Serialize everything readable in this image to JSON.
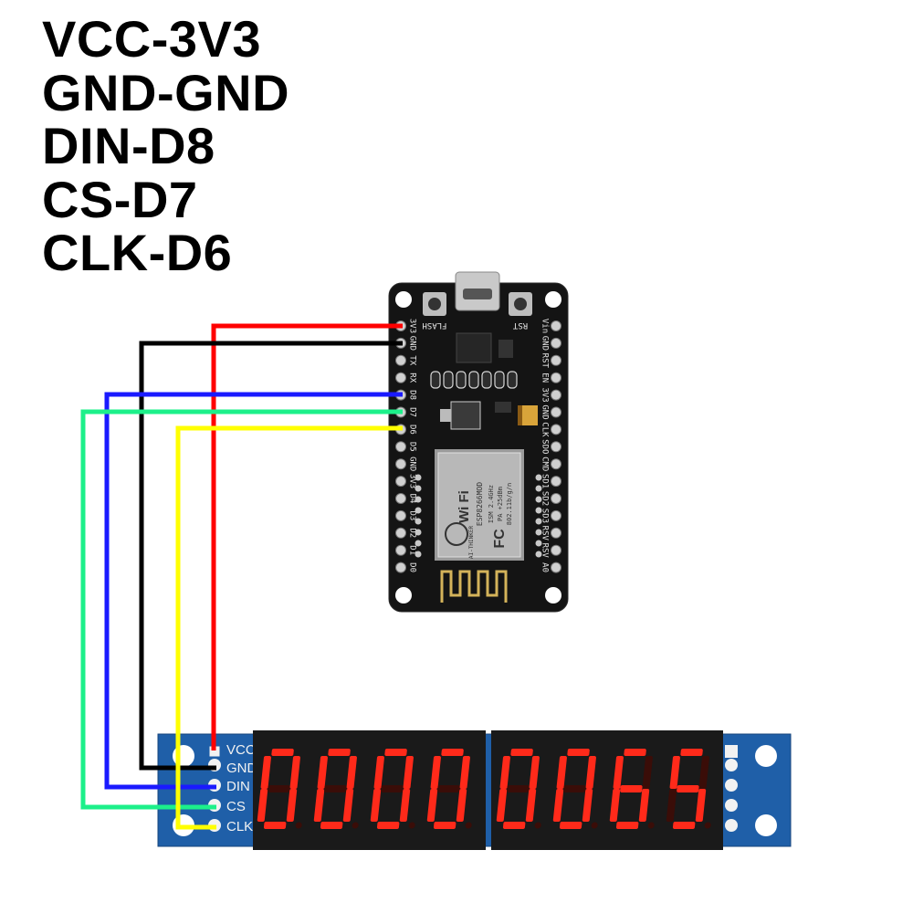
{
  "legend": {
    "lines": [
      "VCC-3V3",
      "GND-GND",
      "DIN-D8",
      "CS-D7",
      "CLK-D6"
    ]
  },
  "nodemcu": {
    "buttons": {
      "flash": "FLASH",
      "rst": "RST"
    },
    "left_pins": [
      "3V3",
      "GND",
      "TX",
      "RX",
      "D8",
      "D7",
      "D6",
      "D5",
      "GND",
      "3V3",
      "D4",
      "D3",
      "D2",
      "D1",
      "D0"
    ],
    "right_pins": [
      "Vin",
      "GND",
      "RST",
      "EN",
      "3V3",
      "GND",
      "CLK",
      "SDO",
      "CMD",
      "SD1",
      "SD2",
      "SD3",
      "RSV",
      "RSV",
      "A0"
    ],
    "module": {
      "brand": "Wi Fi",
      "model": "ESP8266MOD",
      "spec1": "ISM 2.4GHz",
      "spec2": "PA +25dBm",
      "spec3": "802.11b/g/n",
      "fc": "FC",
      "vendor": "AI-THINKER"
    }
  },
  "display": {
    "pins": [
      "VCC",
      "GND",
      "DIN",
      "CS",
      "CLK"
    ],
    "digits": "00000065"
  },
  "wires": [
    {
      "from": "3V3",
      "to": "VCC",
      "color": "#ff0000"
    },
    {
      "from": "GND",
      "to": "GND",
      "color": "#000000"
    },
    {
      "from": "D8",
      "to": "DIN",
      "color": "#1a1aff"
    },
    {
      "from": "D7",
      "to": "CS",
      "color": "#1cf08a"
    },
    {
      "from": "D6",
      "to": "CLK",
      "color": "#ffff00"
    }
  ],
  "colors": {
    "pcb_black": "#141414",
    "pcb_blue": "#1f5fa8",
    "segment_on": "#ff2a1a",
    "segment_off": "#3a0d08"
  }
}
